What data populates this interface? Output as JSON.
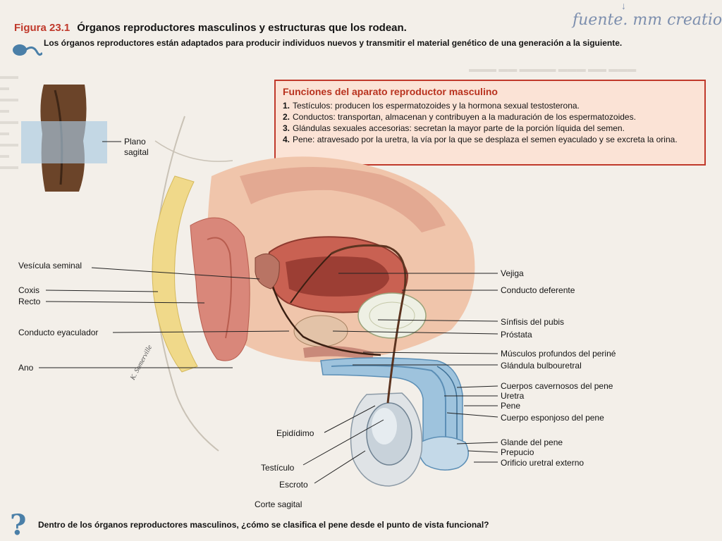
{
  "figure": {
    "number": "Figura 23.1",
    "title": "Órganos reproductores masculinos y estructuras que los rodean.",
    "intro": "Los órganos reproductores están adaptados para producir individuos nuevos y transmitir el material genético de una generación a la siguiente."
  },
  "handwritten_note": "fuente. mm creation",
  "functions_box": {
    "title": "Funciones del aparato reproductor masculino",
    "items": [
      {
        "num": "1.",
        "text": "Testículos: producen los espermatozoides y la hormona sexual testosterona."
      },
      {
        "num": "2.",
        "text": "Conductos: transportan, almacenan y contribuyen a la maduración de los espermatozoides."
      },
      {
        "num": "3.",
        "text": "Glándulas sexuales accesorias: secretan la mayor parte de la porción líquida del semen."
      },
      {
        "num": "4.",
        "text": "Pene: atravesado por la uretra, la vía por la que se desplaza el semen eyaculado y se excreta la orina."
      }
    ]
  },
  "inset": {
    "plane_label": "Plano\nsagital"
  },
  "labels_left": {
    "vesicula": "Vesícula seminal",
    "coxis": "Coxis",
    "recto": "Recto",
    "eyaculador": "Conducto eyaculador",
    "ano": "Ano"
  },
  "labels_right": {
    "vejiga": "Vejiga",
    "deferente": "Conducto deferente",
    "sinfisis": "Sínfisis del pubis",
    "prostata": "Próstata",
    "musculos": "Músculos profundos del periné",
    "bulbouretral": "Glándula bulbouretral",
    "cavernosos": "Cuerpos cavernosos del pene",
    "uretra": "Uretra",
    "pene": "Pene",
    "esponjoso": "Cuerpo esponjoso del pene",
    "glande": "Glande del pene",
    "prepucio": "Prepucio",
    "orificio": "Orificio uretral externo"
  },
  "labels_bottom": {
    "epididimo": "Epidídimo",
    "testiculo": "Testículo",
    "escroto": "Escroto",
    "corte": "Corte sagital"
  },
  "question": "Dentro de los órganos reproductores masculinos, ¿cómo se clasifica el pene desde el punto de vista funcional?",
  "colors": {
    "accent_red": "#c0392b",
    "box_fill": "#fbe3d6",
    "muscle": "#d9877a",
    "bone": "#f0d98a",
    "duct": "#9ec3dd"
  }
}
